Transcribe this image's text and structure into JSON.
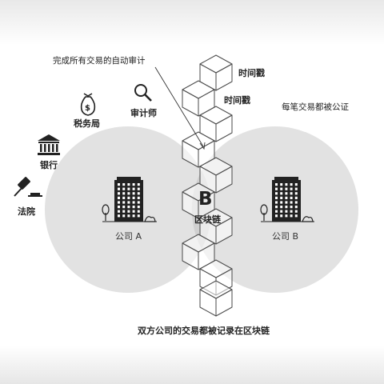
{
  "diagram": {
    "top_annotation": "完成所有交易的自动审计",
    "timestamp_1": "时间戳",
    "timestamp_2": "时间戳",
    "every_transaction": "每笔交易都被公证",
    "auditor": "审计师",
    "tax_bureau": "税务局",
    "bank": "银行",
    "court": "法院",
    "blockchain_letter": "B",
    "blockchain": "区块链",
    "company_a": "公司 A",
    "company_b": "公司 B",
    "bottom_caption": "双方公司的交易都被记录在区块链"
  },
  "colors": {
    "circle_fill": "#e2e2e2",
    "overlap_fill": "#d0d0d0",
    "block_stroke": "#4a4a4a",
    "icon": "#222222"
  },
  "icons": [
    "money-bag-icon",
    "magnifier-icon",
    "bank-icon",
    "gavel-icon",
    "office-building-icon"
  ]
}
